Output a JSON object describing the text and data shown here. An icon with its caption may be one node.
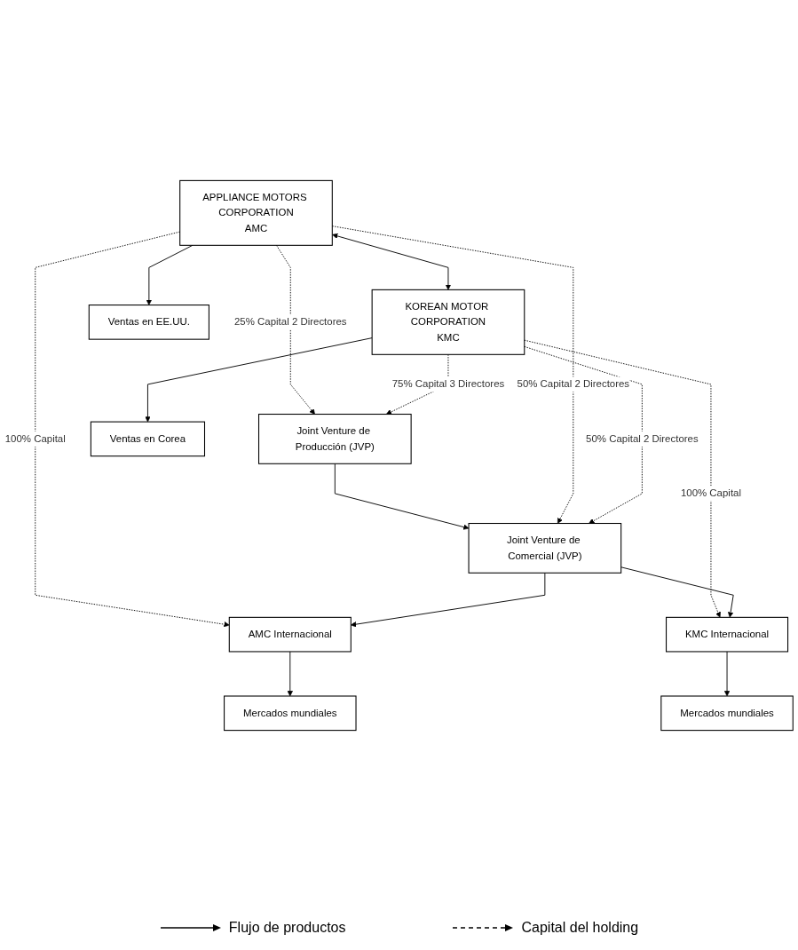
{
  "diagram": {
    "nodes": [
      {
        "text": [
          "APPLIANCE MOTORS CORPORATION",
          "AMC"
        ]
      },
      {
        "text": [
          "Joint Venture de Producción (JVP)"
        ]
      },
      {
        "text": [
          "KOREAN MOTOR CORPORATION",
          "KMC"
        ]
      },
      {
        "text": [
          "Joint Venture de Comercial (JVP)"
        ]
      },
      {
        "text": [
          "Ventas en EE.UU."
        ]
      },
      {
        "text": [
          "Ventas en Corea"
        ]
      },
      {
        "text": [
          "AMC Internacional"
        ]
      },
      {
        "text": [
          "KMC Internacional"
        ]
      },
      {
        "text": [
          "Mercados mundiales"
        ]
      },
      {
        "text": [
          "Mercados mundiales"
        ]
      }
    ],
    "edges": [
      {
        "from": 0,
        "to": 1,
        "arrow": "to",
        "style": "dashed",
        "label": "25% Capital 2 Directores"
      },
      {
        "from": 2,
        "to": 1,
        "arrow": "to",
        "style": "dashed",
        "label": "75% Capital 3 Directores"
      },
      {
        "from": 1,
        "to": 3,
        "arrow": "to"
      },
      {
        "from": 0,
        "to": 3,
        "arrow": "to",
        "style": "dashed",
        "label": "50% Capital 2 Directores"
      },
      {
        "from": 2,
        "to": 3,
        "arrow": "to",
        "style": "dashed",
        "label": "50% Capital 2 Directores"
      },
      {
        "from": 0,
        "to": 4,
        "arrow": "to"
      },
      {
        "from": 2,
        "to": 5,
        "arrow": "to"
      },
      {
        "from": 0,
        "to": 6,
        "arrow": "to",
        "style": "dashed",
        "label": "100% Capital"
      },
      {
        "from": 2,
        "to": 7,
        "arrow": "to",
        "style": "dashed",
        "label": "100% Capital"
      },
      {
        "from": 3,
        "to": 6,
        "arrow": "to"
      },
      {
        "from": 3,
        "to": 7,
        "arrow": "to"
      },
      {
        "from": 6,
        "to": 8,
        "arrow": "to"
      },
      {
        "from": 7,
        "to": 9,
        "arrow": "to"
      },
      {
        "from": 0,
        "to": 2,
        "arrow": "both"
      }
    ],
    "legend": [
      {
        "text": "Flujo de productos"
      },
      {
        "text": "Capital del holding"
      }
    ]
  }
}
